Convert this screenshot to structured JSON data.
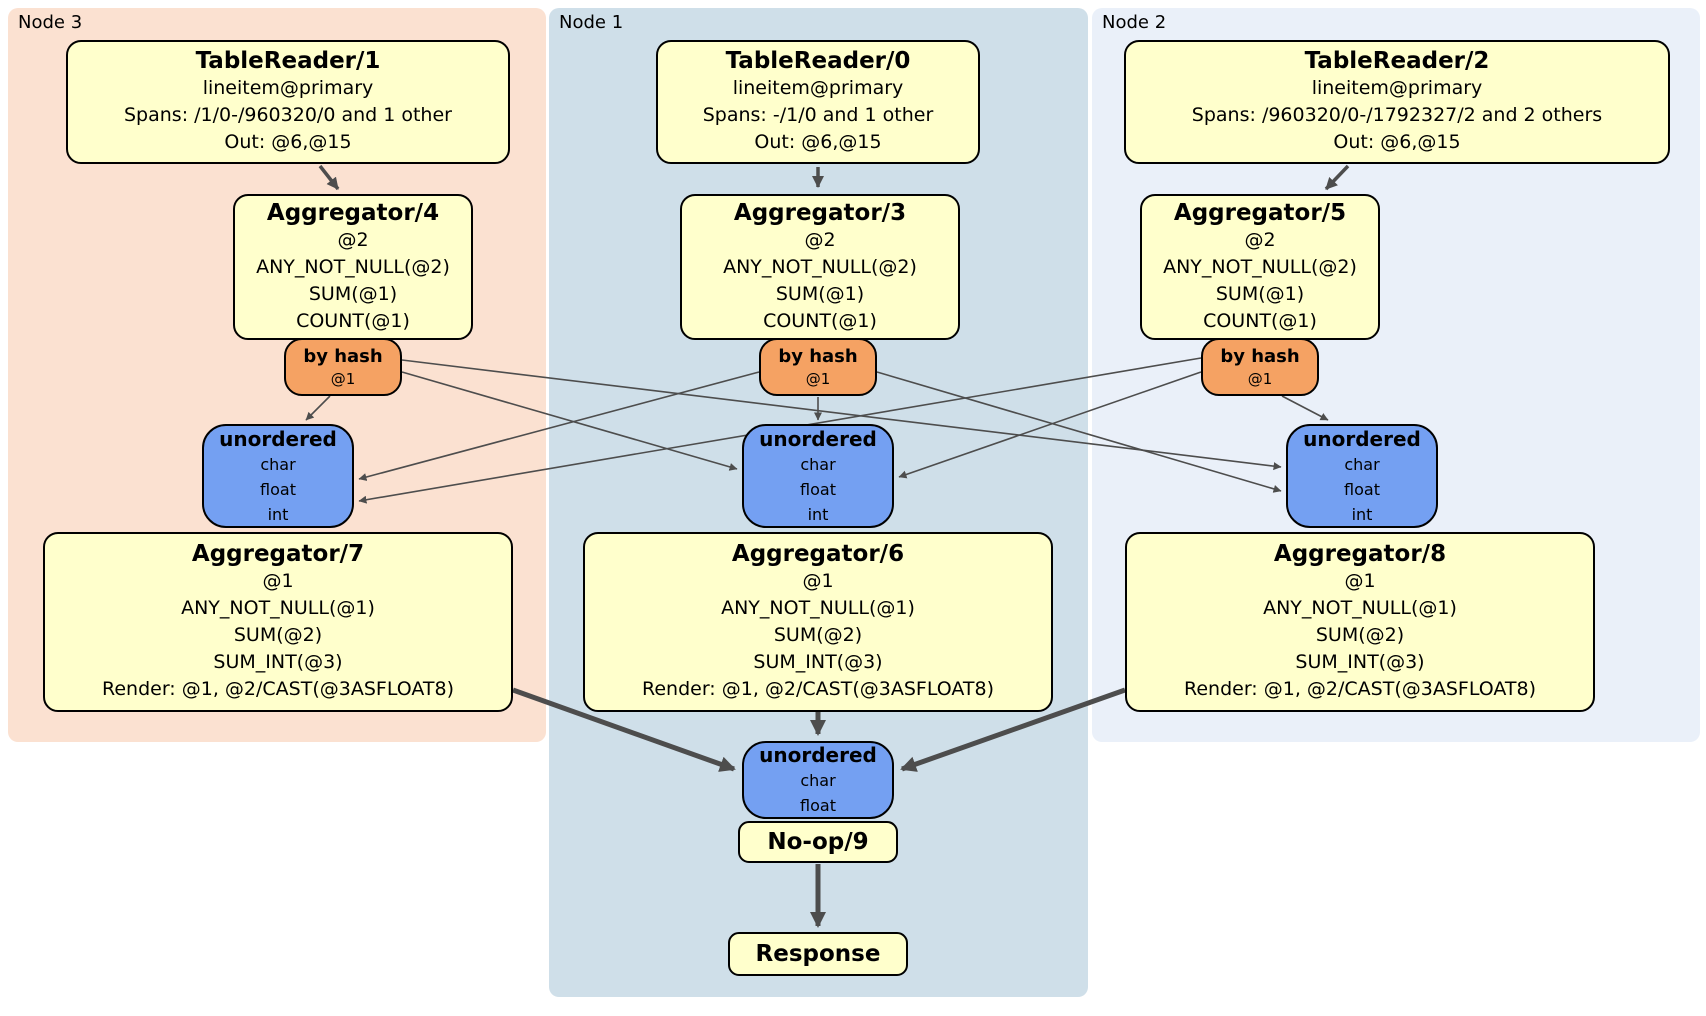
{
  "panels": {
    "node3": {
      "label": "Node 3"
    },
    "node1": {
      "label": "Node 1"
    },
    "node2": {
      "label": "Node 2"
    }
  },
  "boxes": {
    "tr1": {
      "title": "TableReader/1",
      "lines": [
        "lineitem@primary",
        "Spans: /1/0-/960320/0 and 1 other",
        "Out: @6,@15"
      ]
    },
    "tr0": {
      "title": "TableReader/0",
      "lines": [
        "lineitem@primary",
        "Spans: -/1/0 and 1 other",
        "Out: @6,@15"
      ]
    },
    "tr2": {
      "title": "TableReader/2",
      "lines": [
        "lineitem@primary",
        "Spans: /960320/0-/1792327/2 and 2 others",
        "Out: @6,@15"
      ]
    },
    "agg4": {
      "title": "Aggregator/4",
      "lines": [
        "@2",
        "ANY_NOT_NULL(@2)",
        "SUM(@1)",
        "COUNT(@1)"
      ]
    },
    "agg3": {
      "title": "Aggregator/3",
      "lines": [
        "@2",
        "ANY_NOT_NULL(@2)",
        "SUM(@1)",
        "COUNT(@1)"
      ]
    },
    "agg5": {
      "title": "Aggregator/5",
      "lines": [
        "@2",
        "ANY_NOT_NULL(@2)",
        "SUM(@1)",
        "COUNT(@1)"
      ]
    },
    "bh4": {
      "title": "by hash",
      "lines": [
        "@1"
      ]
    },
    "bh3": {
      "title": "by hash",
      "lines": [
        "@1"
      ]
    },
    "bh5": {
      "title": "by hash",
      "lines": [
        "@1"
      ]
    },
    "un3": {
      "title": "unordered",
      "lines": [
        "char",
        "float",
        "int"
      ]
    },
    "un1": {
      "title": "unordered",
      "lines": [
        "char",
        "float",
        "int"
      ]
    },
    "un2": {
      "title": "unordered",
      "lines": [
        "char",
        "float",
        "int"
      ]
    },
    "agg7": {
      "title": "Aggregator/7",
      "lines": [
        "@1",
        "ANY_NOT_NULL(@1)",
        "SUM(@2)",
        "SUM_INT(@3)",
        "Render: @1, @2/CAST(@3ASFLOAT8)"
      ]
    },
    "agg6": {
      "title": "Aggregator/6",
      "lines": [
        "@1",
        "ANY_NOT_NULL(@1)",
        "SUM(@2)",
        "SUM_INT(@3)",
        "Render: @1, @2/CAST(@3ASFLOAT8)"
      ]
    },
    "agg8": {
      "title": "Aggregator/8",
      "lines": [
        "@1",
        "ANY_NOT_NULL(@1)",
        "SUM(@2)",
        "SUM_INT(@3)",
        "Render: @1, @2/CAST(@3ASFLOAT8)"
      ]
    },
    "unfinal": {
      "title": "unordered",
      "lines": [
        "char",
        "float"
      ]
    },
    "noop": {
      "title": "No-op/9"
    },
    "response": {
      "title": "Response"
    }
  },
  "colors": {
    "panel_node3": "#fbe1d1",
    "panel_node1": "#cfdfe9",
    "panel_node2": "#eaf0f9",
    "node_fill": "#ffffcc",
    "router_fill": "#f5a263",
    "sync_fill": "#74a0f2",
    "edge": "#4d4d4d",
    "border": "#000000"
  }
}
